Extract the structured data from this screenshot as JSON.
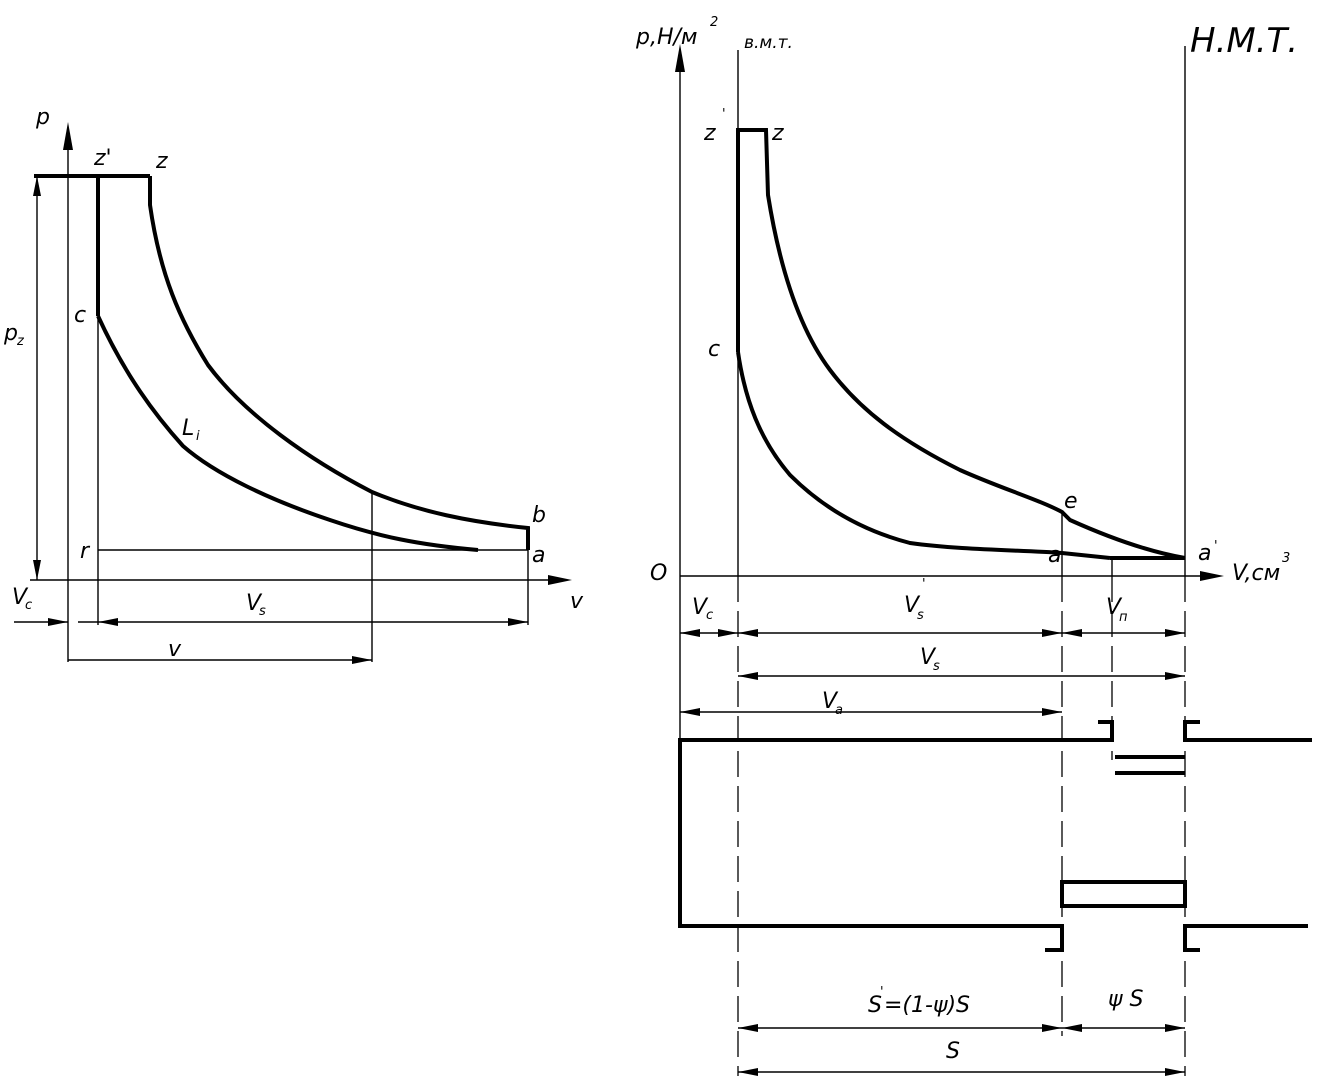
{
  "left": {
    "axis_p": "p",
    "axis_v": "v",
    "pt_zp": "z'",
    "pt_z": "z",
    "pt_c": "c",
    "pt_Li": "L",
    "pt_Li_sub": "i",
    "pt_b": "b",
    "pt_r": "r",
    "pt_a": "a",
    "pz": "p",
    "pz_sub": "z",
    "vc": "V",
    "vc_sub": "c",
    "vs": "V",
    "vs_sub": "s",
    "v": "v"
  },
  "right": {
    "axis_p": "p,H/м",
    "axis_p_sup": "2",
    "axis_v": "V,см",
    "axis_v_sup": "3",
    "origin": "O",
    "tdc": "в.м.т.",
    "bdc": "Н.М.Т.",
    "pt_zp": "z",
    "pt_zp_sup": "'",
    "pt_z": "z",
    "pt_c": "c",
    "pt_e": "e",
    "pt_a": "a",
    "pt_ap": "a",
    "pt_ap_sup": "'",
    "vc": "V",
    "vc_sub": "c",
    "vsp": "V",
    "vsp_sub": "s",
    "vsp_sup": "'",
    "vn": "V",
    "vn_sub": "п",
    "vs": "V",
    "vs_sub": "s",
    "va": "V",
    "va_sub": "a",
    "s_prime": "S",
    "s_prime_sup": "'",
    "s_prime_rest": "=(1-ψ)S",
    "psi_s": "ψ S",
    "s": "S"
  }
}
